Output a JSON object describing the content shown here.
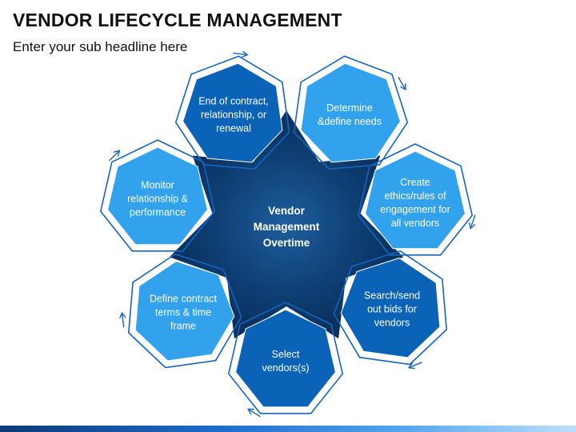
{
  "title": "VENDOR LIFECYCLE MANAGEMENT",
  "subtitle": "Enter your sub headline here",
  "colors": {
    "dark": "#0b63b8",
    "light": "#32a2ec",
    "outline": "#1565c0",
    "center": "#0d3f77"
  },
  "center": {
    "lines": [
      "Vendor",
      "Management",
      "Overtime"
    ]
  },
  "steps": [
    {
      "lines": [
        "End of contract,",
        "relationship, or",
        "renewal"
      ],
      "shade": "dark"
    },
    {
      "lines": [
        "Determine",
        "&define needs"
      ],
      "shade": "light"
    },
    {
      "lines": [
        "Create",
        "ethics/rules of",
        "engagement for",
        "all vendors"
      ],
      "shade": "light"
    },
    {
      "lines": [
        "Search/send",
        "out bids for",
        "vendors"
      ],
      "shade": "dark"
    },
    {
      "lines": [
        "Select",
        "vendors(s)"
      ],
      "shade": "dark"
    },
    {
      "lines": [
        "Define contract",
        "terms & time",
        "frame"
      ],
      "shade": "light"
    },
    {
      "lines": [
        "Monitor",
        "relationship &",
        "performance"
      ],
      "shade": "light"
    }
  ]
}
